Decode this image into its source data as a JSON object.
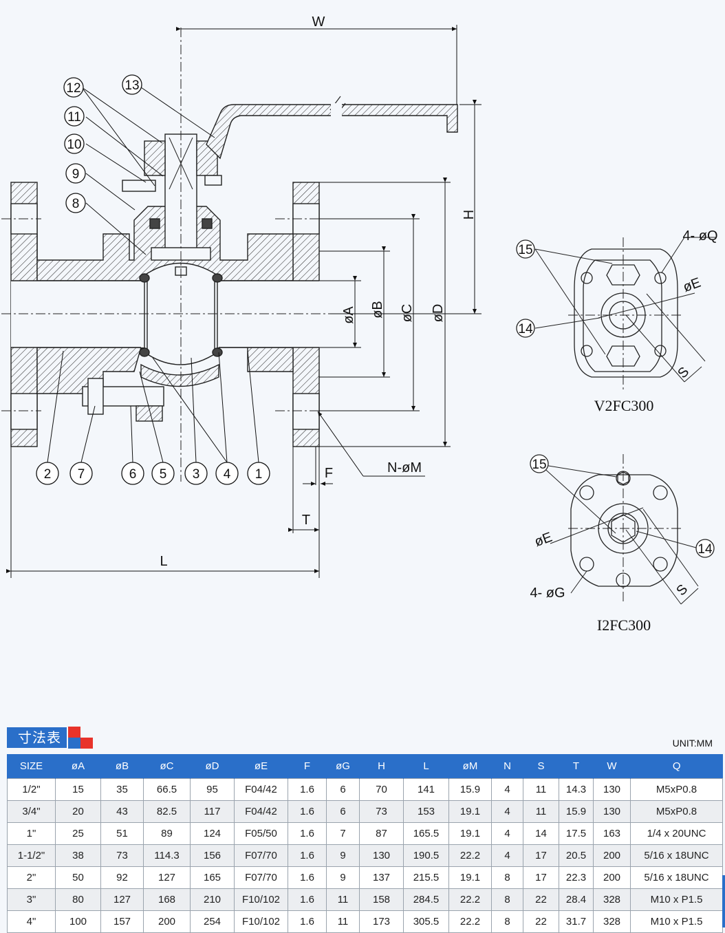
{
  "drawing": {
    "dim_labels": {
      "W": "W",
      "H": "H",
      "A": "øA",
      "B": "øB",
      "C": "øC",
      "D": "øD",
      "F": "F",
      "T": "T",
      "L": "L",
      "NM": "N-øM",
      "Q": "4- øQ",
      "E1": "øE",
      "E2": "øE",
      "G": "4- øG",
      "S1": "S",
      "S2": "S"
    },
    "callouts": [
      "1",
      "2",
      "3",
      "4",
      "5",
      "6",
      "7",
      "8",
      "9",
      "10",
      "11",
      "12",
      "13",
      "14",
      "15",
      "14",
      "15"
    ],
    "views": {
      "v2": "V2FC300",
      "i2": "I2FC300"
    }
  },
  "table": {
    "title": "寸法表",
    "unit": "UNIT:MM",
    "headers": [
      "SIZE",
      "øA",
      "øB",
      "øC",
      "øD",
      "øE",
      "F",
      "øG",
      "H",
      "L",
      "øM",
      "N",
      "S",
      "T",
      "W",
      "Q"
    ],
    "rows": [
      [
        "1/2\"",
        "15",
        "35",
        "66.5",
        "95",
        "F04/42",
        "1.6",
        "6",
        "70",
        "141",
        "15.9",
        "4",
        "11",
        "14.3",
        "130",
        "M5xP0.8"
      ],
      [
        "3/4\"",
        "20",
        "43",
        "82.5",
        "117",
        "F04/42",
        "1.6",
        "6",
        "73",
        "153",
        "19.1",
        "4",
        "11",
        "15.9",
        "130",
        "M5xP0.8"
      ],
      [
        "1\"",
        "25",
        "51",
        "89",
        "124",
        "F05/50",
        "1.6",
        "7",
        "87",
        "165.5",
        "19.1",
        "4",
        "14",
        "17.5",
        "163",
        "1/4 x 20UNC"
      ],
      [
        "1-1/2\"",
        "38",
        "73",
        "114.3",
        "156",
        "F07/70",
        "1.6",
        "9",
        "130",
        "190.5",
        "22.2",
        "4",
        "17",
        "20.5",
        "200",
        "5/16 x 18UNC"
      ],
      [
        "2\"",
        "50",
        "92",
        "127",
        "165",
        "F07/70",
        "1.6",
        "9",
        "137",
        "215.5",
        "19.1",
        "8",
        "17",
        "22.3",
        "200",
        "5/16 x 18UNC"
      ],
      [
        "3\"",
        "80",
        "127",
        "168",
        "210",
        "F10/102",
        "1.6",
        "11",
        "158",
        "284.5",
        "22.2",
        "8",
        "22",
        "28.4",
        "328",
        "M10 x P1.5"
      ],
      [
        "4\"",
        "100",
        "157",
        "200",
        "254",
        "F10/102",
        "1.6",
        "11",
        "173",
        "305.5",
        "22.2",
        "8",
        "22",
        "31.7",
        "328",
        "M10 x P1.5"
      ]
    ]
  }
}
